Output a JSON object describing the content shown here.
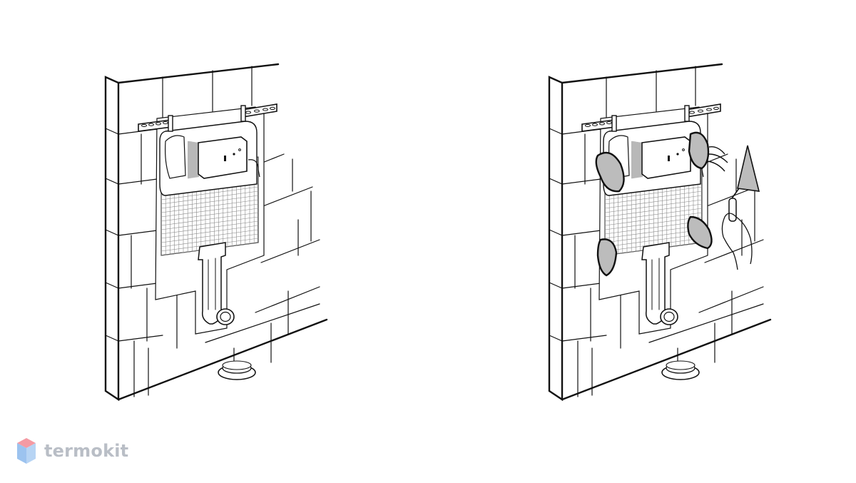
{
  "brand": {
    "name": "termokit",
    "text_color": "#b9bec6",
    "logo_colors": {
      "top": "#f59aa3",
      "left": "#9cc3ef",
      "right": "#b7d4f4"
    }
  },
  "panels": [
    {
      "id": "before-plaster",
      "trowel": false,
      "plaster_patches": 0
    },
    {
      "id": "after-plaster",
      "trowel": true,
      "plaster_patches": 4
    }
  ],
  "colors": {
    "line": "#111111",
    "plaster": "#bcbcbc",
    "mesh": "#8a8a8a",
    "fill": "#ffffff"
  }
}
